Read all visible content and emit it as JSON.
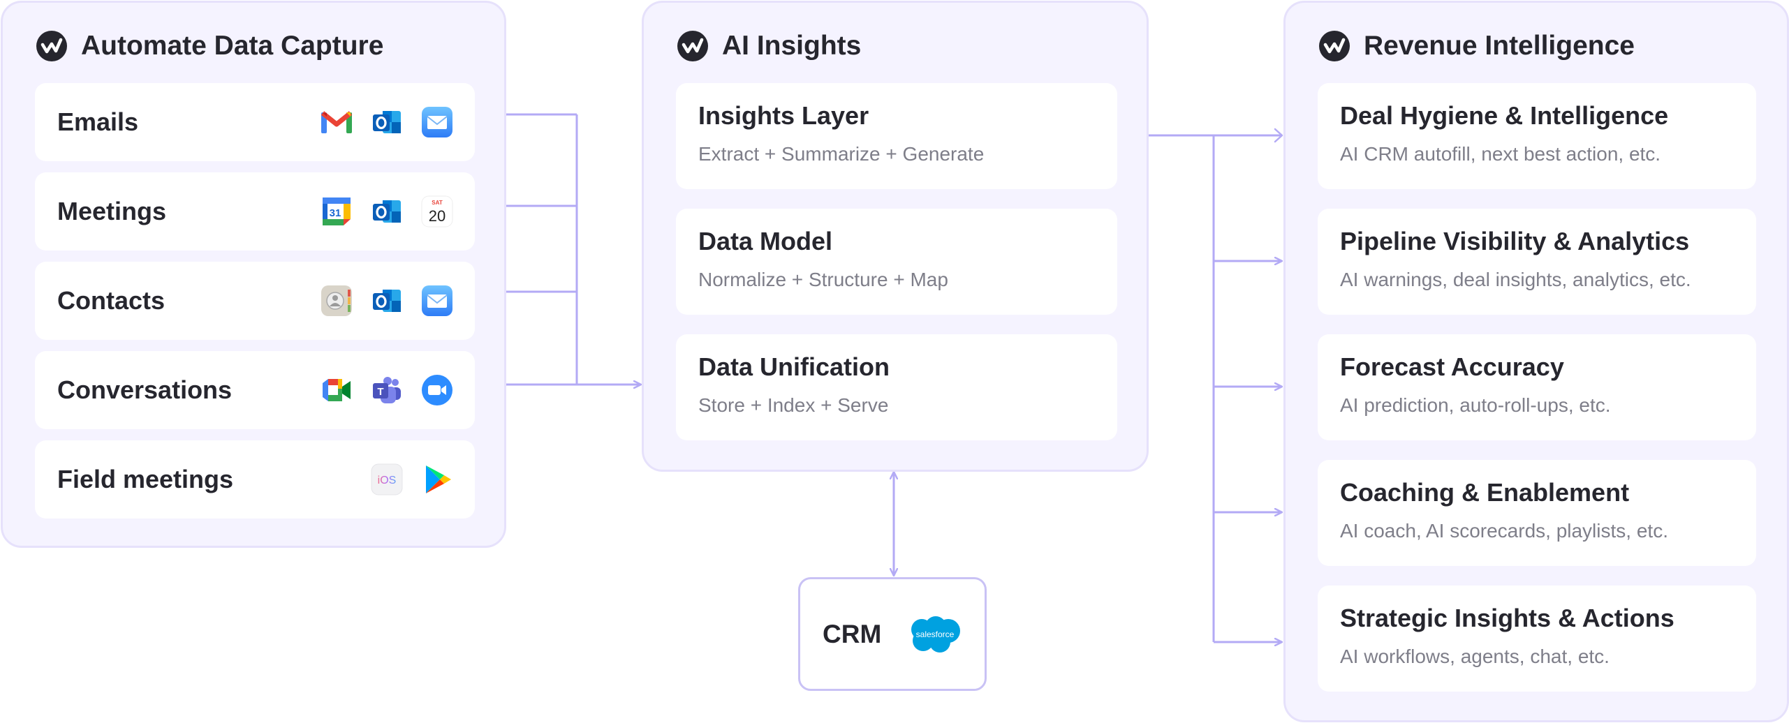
{
  "colors": {
    "panel_bg": "#f5f3ff",
    "panel_border": "#e6e1fb",
    "connector": "#b3aaf5",
    "title": "#26262e",
    "subtitle": "#7e7e89"
  },
  "capture": {
    "title": "Automate Data Capture",
    "logo_icon": "brand-logo-icon",
    "sources": [
      {
        "label": "Emails",
        "icons": [
          "gmail-icon",
          "outlook-icon",
          "apple-mail-icon"
        ]
      },
      {
        "label": "Meetings",
        "icons": [
          "google-calendar-icon",
          "outlook-icon",
          "apple-calendar-icon"
        ]
      },
      {
        "label": "Contacts",
        "icons": [
          "apple-contacts-icon",
          "outlook-icon",
          "apple-mail-icon"
        ]
      },
      {
        "label": "Conversations",
        "icons": [
          "google-meet-icon",
          "microsoft-teams-icon",
          "zoom-icon"
        ]
      },
      {
        "label": "Field meetings",
        "icons": [
          "ios-icon",
          "google-play-icon"
        ]
      }
    ],
    "calendar_day": "SAT",
    "calendar_date": "20",
    "gcal_date": "31",
    "ios_text": "iOS",
    "teams_letter": "T"
  },
  "insights": {
    "title": "AI Insights",
    "layers": [
      {
        "title": "Insights Layer",
        "subtitle": "Extract + Summarize + Generate"
      },
      {
        "title": "Data Model",
        "subtitle": "Normalize + Structure + Map"
      },
      {
        "title": "Data Unification",
        "subtitle": "Store + Index + Serve"
      }
    ]
  },
  "crm": {
    "label": "CRM",
    "logo_text": "salesforce"
  },
  "revenue": {
    "title": "Revenue Intelligence",
    "items": [
      {
        "title": "Deal Hygiene & Intelligence",
        "subtitle": "AI CRM autofill, next best action, etc."
      },
      {
        "title": "Pipeline Visibility & Analytics",
        "subtitle": "AI warnings, deal insights, analytics, etc."
      },
      {
        "title": "Forecast Accuracy",
        "subtitle": "AI prediction, auto-roll-ups, etc."
      },
      {
        "title": "Coaching & Enablement",
        "subtitle": "AI coach, AI scorecards, playlists, etc."
      },
      {
        "title": "Strategic Insights & Actions",
        "subtitle": "AI workflows, agents, chat, etc."
      }
    ]
  }
}
